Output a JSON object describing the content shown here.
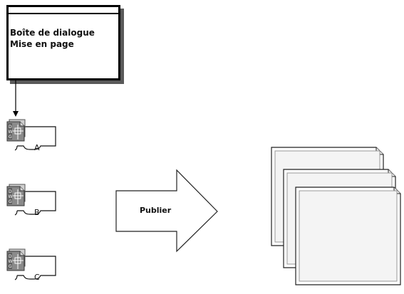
{
  "dialog": {
    "line1": "Boîte de dialogue",
    "line2": "Mise en page"
  },
  "layouts": [
    {
      "label": "A"
    },
    {
      "label": "B"
    },
    {
      "label": "C"
    }
  ],
  "publish": {
    "label": "Publier"
  },
  "icons": {
    "drawing": "dwg-file-icon",
    "sheets": "sheet-stack-icon"
  }
}
